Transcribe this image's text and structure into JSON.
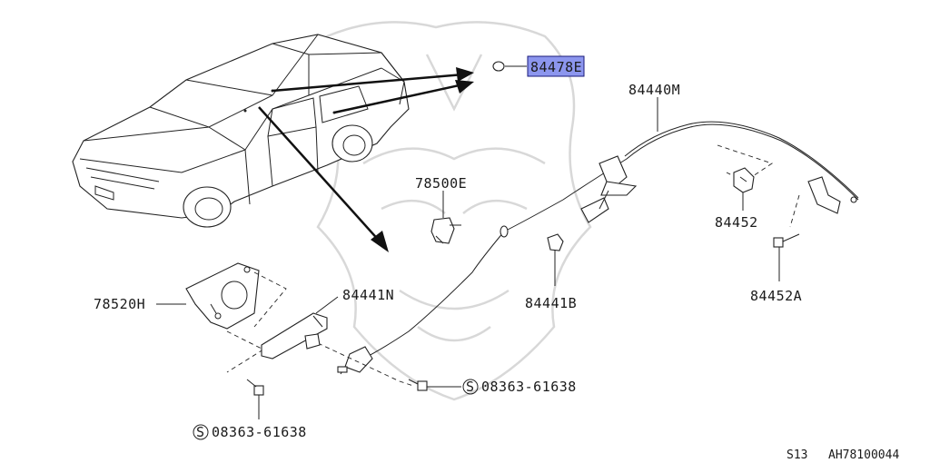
{
  "diagram": {
    "callouts": {
      "p84478E": "84478E",
      "p84440M": "84440M",
      "p78500E": "78500E",
      "p84452": "84452",
      "p84441B": "84441B",
      "p84452A": "84452A",
      "p78520H": "78520H",
      "p84441N": "84441N",
      "bolt_right": "08363-61638",
      "bolt_bottom": "08363-61638"
    },
    "screw_symbol": "S",
    "highlight_color": "#8c96ee",
    "footer": {
      "model": "S13",
      "code": "AH78100044"
    }
  }
}
